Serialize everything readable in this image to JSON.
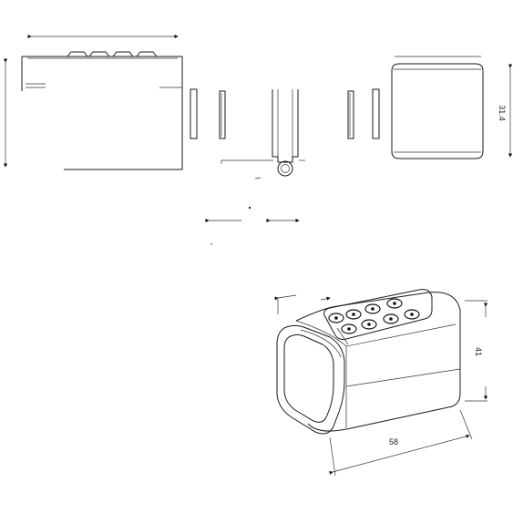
{
  "dimensions": {
    "height_label": "31.4",
    "width_label": "58",
    "side_label": "41"
  }
}
